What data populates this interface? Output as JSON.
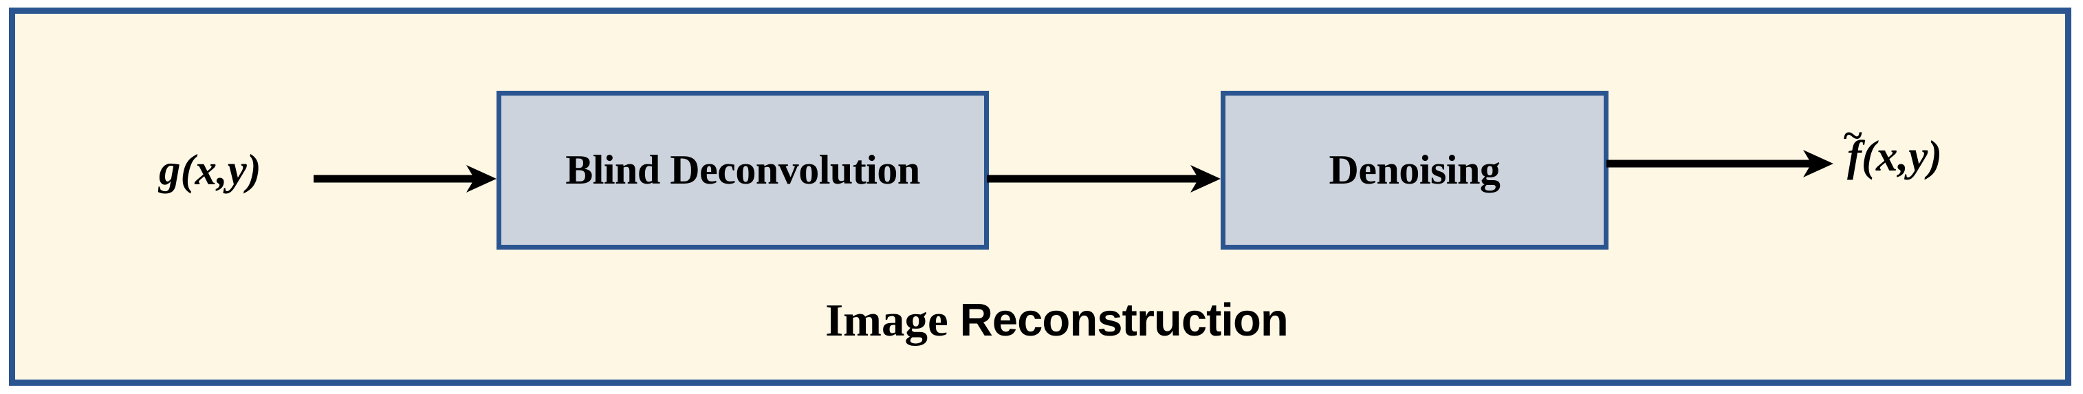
{
  "diagram": {
    "title": "Image Reconstruction",
    "caption": {
      "serif_part": "Image",
      "sans_part": "Reconstruction"
    },
    "colors": {
      "frame_border": "#2a5590",
      "panel_background": "#fdf7e4",
      "box_fill": "#ccd3dd",
      "box_border": "#2a5590",
      "arrow": "#000000",
      "text": "#000000",
      "page_background": "#ffffff"
    },
    "input": {
      "label": "g(x,y)",
      "function": "g",
      "args": "(x,y)"
    },
    "output": {
      "label": "f̃(x,y)",
      "function": "f",
      "accent": "~",
      "args": "(x,y)"
    },
    "blocks": [
      {
        "id": "blind-deconvolution",
        "label": "Blind Deconvolution"
      },
      {
        "id": "denoising",
        "label": "Denoising"
      }
    ],
    "arrows": [
      {
        "id": "input-to-blind-deconvolution",
        "from": "g(x,y)",
        "to": "Blind Deconvolution"
      },
      {
        "id": "blind-deconvolution-to-denoising",
        "from": "Blind Deconvolution",
        "to": "Denoising"
      },
      {
        "id": "denoising-to-output",
        "from": "Denoising",
        "to": "f̃(x,y)"
      }
    ]
  }
}
